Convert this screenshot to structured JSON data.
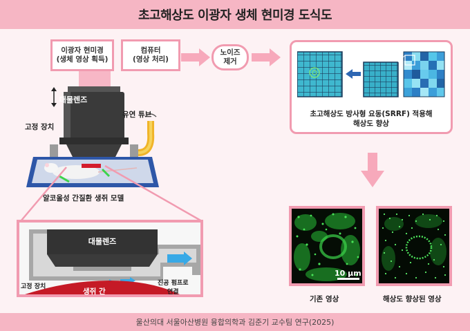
{
  "title": "초고해상도 이광자 생체 현미경 도식도",
  "footer": "울산의대 서울아산병원 융합의학과 김준기 교수팀 연구(2025)",
  "flow": {
    "microscope_box": "이광자 현미경\n(생체 영상 획득)",
    "computer_box": "컴퓨터\n(영상 처리)",
    "noise_box": "노이즈\n제거",
    "srrf_caption": "초고해상도 방사형 요동(SRRF) 적용해\n해상도 향상"
  },
  "setup": {
    "objective_label": "대물렌즈",
    "fluid_tube_label": "유연 튜브",
    "fixture_label": "고정 장치",
    "model_label": "알코올성 간질환 생쥐 모델"
  },
  "inset": {
    "objective_label": "대물렌즈",
    "fixture_label": "고정 장치",
    "liver_label": "생쥐 간",
    "vacuum_label": "진공 펌프로\n연결"
  },
  "results": {
    "scale_bar": "10 μm",
    "before_label": "기존 영상",
    "after_label": "해상도 향상된 영상"
  },
  "colors": {
    "accent_pink": "#f19bb0",
    "banner_pink": "#f6b6c4",
    "arrow_blue": "#2e67b3",
    "fluorescence_green": "#3cd34a"
  }
}
